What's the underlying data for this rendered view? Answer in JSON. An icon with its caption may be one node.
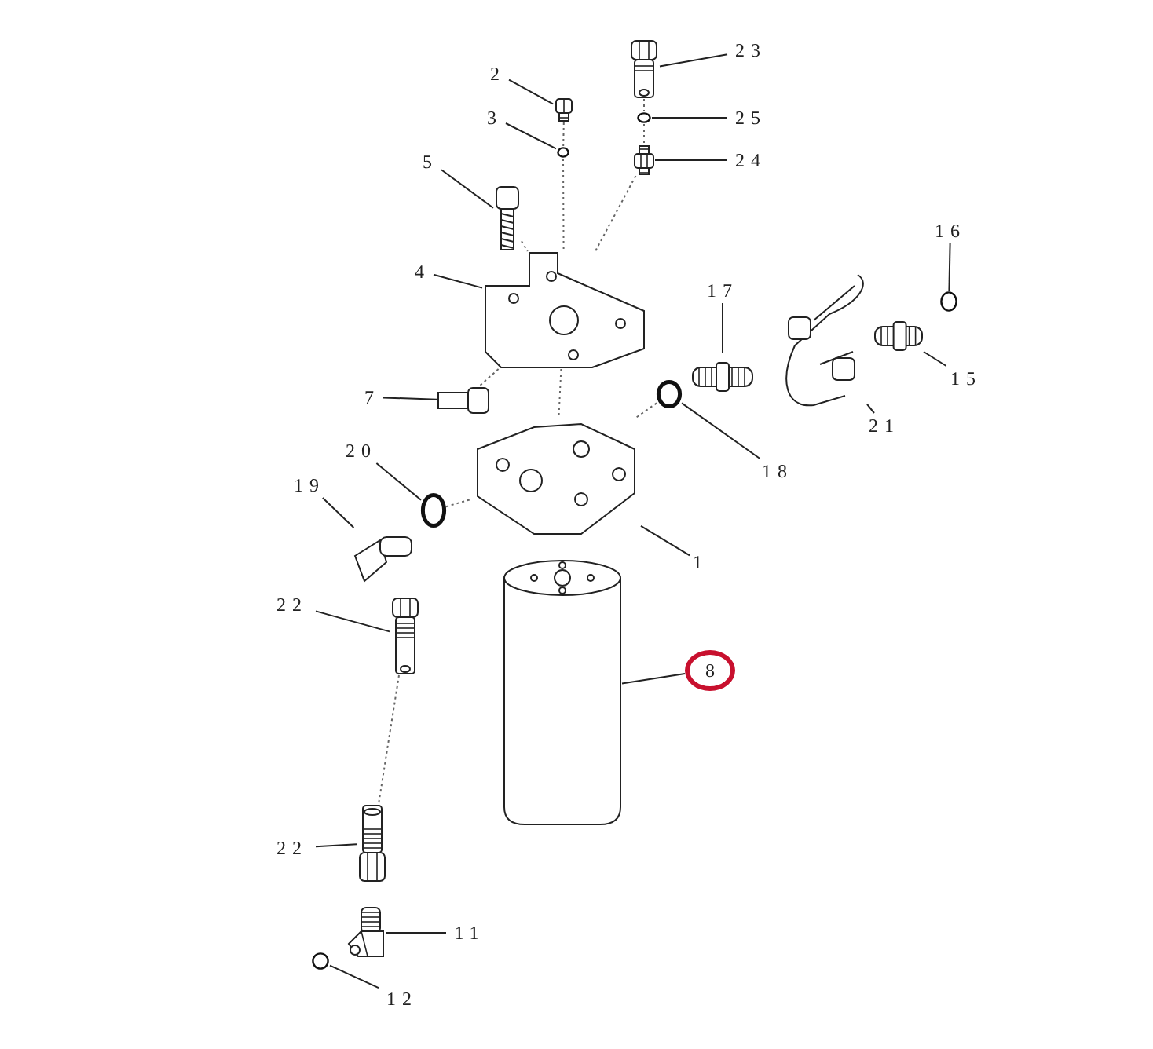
{
  "diagram": {
    "nodes": [
      {
        "text": [
          "23"
        ]
      },
      {
        "text": [
          "2"
        ]
      },
      {
        "text": [
          "25"
        ]
      },
      {
        "text": [
          "3"
        ]
      },
      {
        "text": [
          "24"
        ]
      },
      {
        "text": [
          "5"
        ]
      },
      {
        "text": [
          "16"
        ]
      },
      {
        "text": [
          "4"
        ]
      },
      {
        "text": [
          "17"
        ]
      },
      {
        "text": [
          "15"
        ]
      },
      {
        "text": [
          "7"
        ]
      },
      {
        "text": [
          "21"
        ]
      },
      {
        "text": [
          "20"
        ]
      },
      {
        "text": [
          "18"
        ]
      },
      {
        "text": [
          "19"
        ]
      },
      {
        "text": [
          "1"
        ]
      },
      {
        "text": [
          "22"
        ]
      },
      {
        "text": [
          "8"
        ]
      },
      {
        "text": [
          "22"
        ]
      },
      {
        "text": [
          "11"
        ]
      },
      {
        "text": [
          "12"
        ]
      },
      {
        "text": [],
        "shape": "picture"
      },
      {
        "text": [],
        "shape": "picture"
      },
      {
        "text": [],
        "shape": "circle"
      },
      {
        "text": [],
        "shape": "circle"
      },
      {
        "text": [],
        "shape": "picture"
      },
      {
        "text": [],
        "shape": "picture"
      },
      {
        "text": [],
        "shape": "circle"
      },
      {
        "text": [],
        "shape": "picture"
      },
      {
        "text": [],
        "shape": "picture"
      },
      {
        "text": [],
        "shape": "picture"
      },
      {
        "text": [],
        "shape": "picture"
      },
      {
        "text": [],
        "shape": "picture"
      },
      {
        "text": [],
        "shape": "circle"
      },
      {
        "text": [],
        "shape": "circle"
      },
      {
        "text": [],
        "shape": "picture"
      },
      {
        "text": [],
        "shape": "picture"
      },
      {
        "text": [],
        "shape": "picture"
      },
      {
        "text": [],
        "shape": "picture"
      },
      {
        "text": [],
        "shape": "picture"
      },
      {
        "text": [],
        "shape": "picture"
      },
      {
        "text": [],
        "shape": "circle"
      }
    ],
    "edges": [
      {
        "from": 0,
        "to": 21,
        "arrow": "none"
      },
      {
        "from": 1,
        "to": 22,
        "arrow": "none"
      },
      {
        "from": 2,
        "to": 23,
        "arrow": "none"
      },
      {
        "from": 3,
        "to": 24,
        "arrow": "none"
      },
      {
        "from": 4,
        "to": 25,
        "arrow": "none"
      },
      {
        "from": 5,
        "to": 26,
        "arrow": "none"
      },
      {
        "from": 6,
        "to": 27,
        "arrow": "none"
      },
      {
        "from": 7,
        "to": 28,
        "arrow": "none"
      },
      {
        "from": 8,
        "to": 29,
        "arrow": "none"
      },
      {
        "from": 9,
        "to": 30,
        "arrow": "none"
      },
      {
        "from": 10,
        "to": 31,
        "arrow": "none"
      },
      {
        "from": 11,
        "to": 32,
        "arrow": "none"
      },
      {
        "from": 12,
        "to": 33,
        "arrow": "none"
      },
      {
        "from": 13,
        "to": 34,
        "arrow": "none"
      },
      {
        "from": 14,
        "to": 35,
        "arrow": "none"
      },
      {
        "from": 15,
        "to": 36,
        "arrow": "none"
      },
      {
        "from": 16,
        "to": 37,
        "arrow": "none"
      },
      {
        "from": 17,
        "to": 38,
        "arrow": "none"
      },
      {
        "from": 18,
        "to": 39,
        "arrow": "none"
      },
      {
        "from": 19,
        "to": 40,
        "arrow": "none"
      },
      {
        "from": 20,
        "to": 41,
        "arrow": "none"
      },
      {
        "from": 22,
        "to": 24,
        "arrow": "none",
        "style": "dashed"
      },
      {
        "from": 24,
        "to": 28,
        "arrow": "none",
        "style": "dashed"
      },
      {
        "from": 28,
        "to": 36,
        "arrow": "none",
        "style": "dashed"
      },
      {
        "from": 21,
        "to": 23,
        "arrow": "none",
        "style": "dashed"
      },
      {
        "from": 23,
        "to": 25,
        "arrow": "none",
        "style": "dashed"
      },
      {
        "from": 25,
        "to": 28,
        "arrow": "none",
        "style": "dashed"
      },
      {
        "from": 26,
        "to": 28,
        "arrow": "none",
        "style": "dashed"
      },
      {
        "from": 28,
        "to": 31,
        "arrow": "none",
        "style": "dashed"
      },
      {
        "from": 33,
        "to": 36,
        "arrow": "none",
        "style": "dashed"
      },
      {
        "from": 34,
        "to": 36,
        "arrow": "none",
        "style": "dashed"
      },
      {
        "from": 37,
        "to": 39,
        "arrow": "none",
        "style": "dashed"
      }
    ]
  }
}
